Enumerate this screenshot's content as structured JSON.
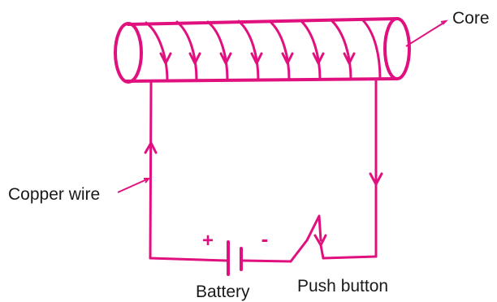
{
  "diagram": {
    "labels": {
      "core": "Core",
      "copper_wire": "Copper wire",
      "battery": "Battery",
      "push_button": "Push button"
    },
    "terminals": {
      "positive": "+",
      "negative": "-"
    },
    "colors": {
      "ink": "#e0117f",
      "text": "#1a1a1a",
      "background": "#ffffff"
    }
  }
}
